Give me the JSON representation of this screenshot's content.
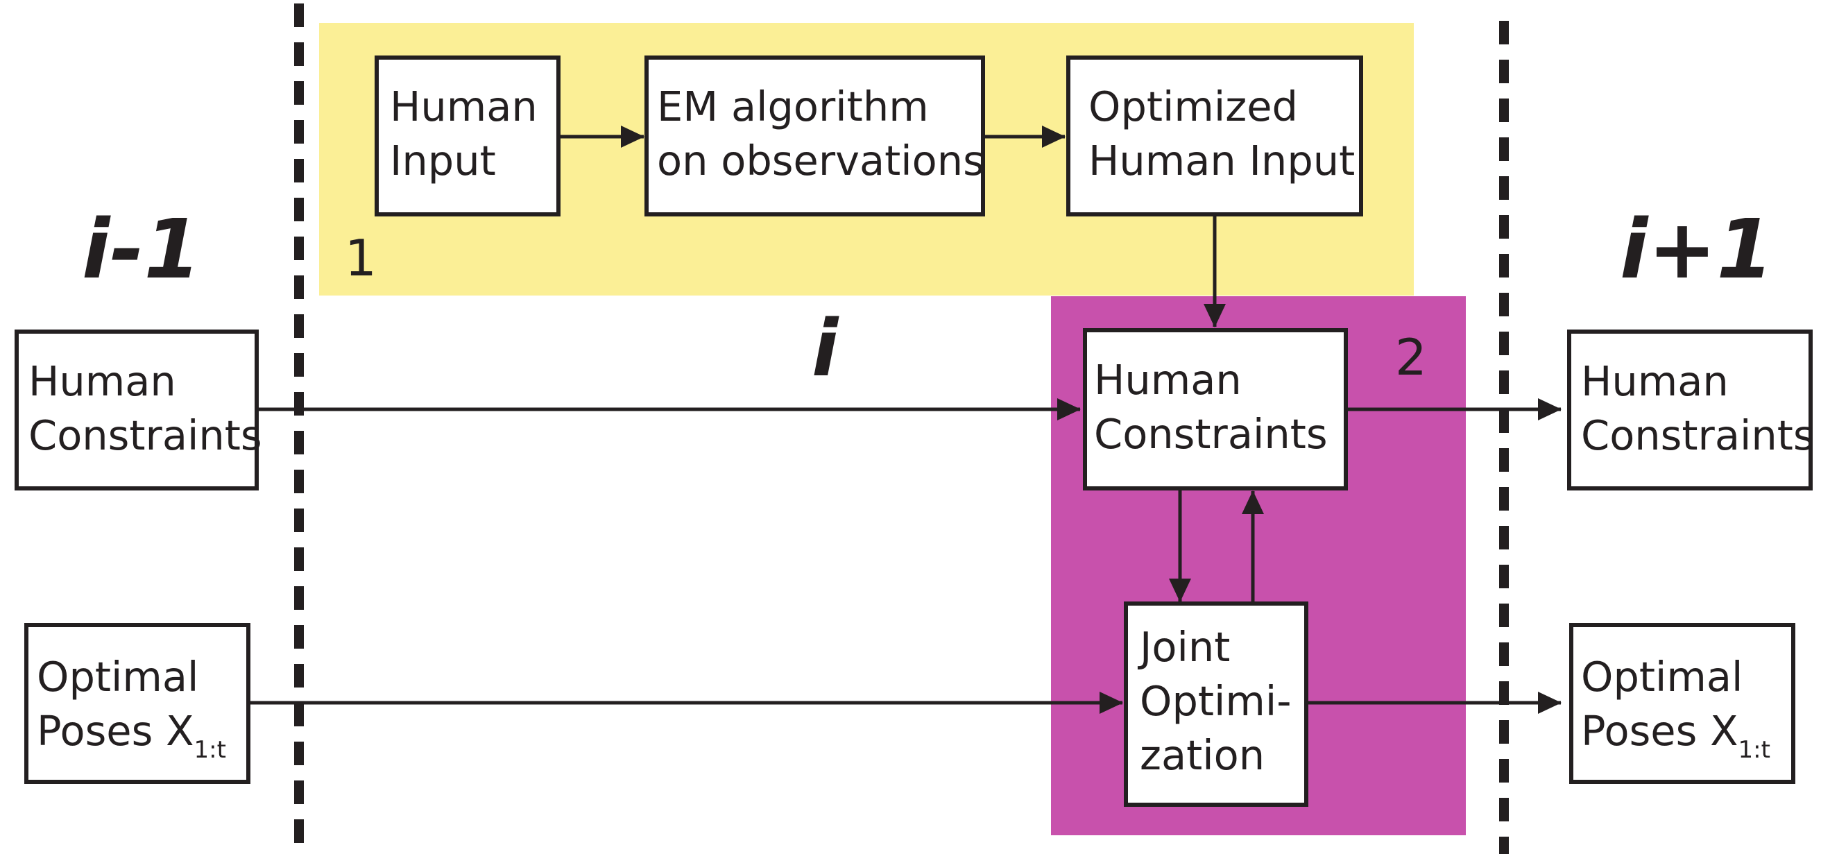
{
  "diagram": {
    "iteration_labels": {
      "prev": "i-1",
      "current": "i",
      "next": "i+1"
    },
    "region_numbers": {
      "region1": "1",
      "region2": "2"
    },
    "boxes": {
      "human_input": [
        "Human",
        "Input"
      ],
      "em_algorithm": [
        "EM algorithm",
        "on observations"
      ],
      "optimized_human_input": [
        "Optimized",
        "Human Input"
      ],
      "human_constraints_prev": [
        "Human",
        "Constraints"
      ],
      "human_constraints_current": [
        "Human",
        "Constraints"
      ],
      "human_constraints_next": [
        "Human",
        "Constraints"
      ],
      "optimal_poses_prev": [
        "Optimal",
        "Poses X"
      ],
      "joint_optimization": [
        "Joint",
        "Optimi-",
        "zation"
      ],
      "optimal_poses_next": [
        "Optimal",
        "Poses X"
      ]
    },
    "pose_subscript": "1:t",
    "colors": {
      "region1": "#fbef96",
      "region2": "#c851ac",
      "line": "#231f20"
    }
  }
}
